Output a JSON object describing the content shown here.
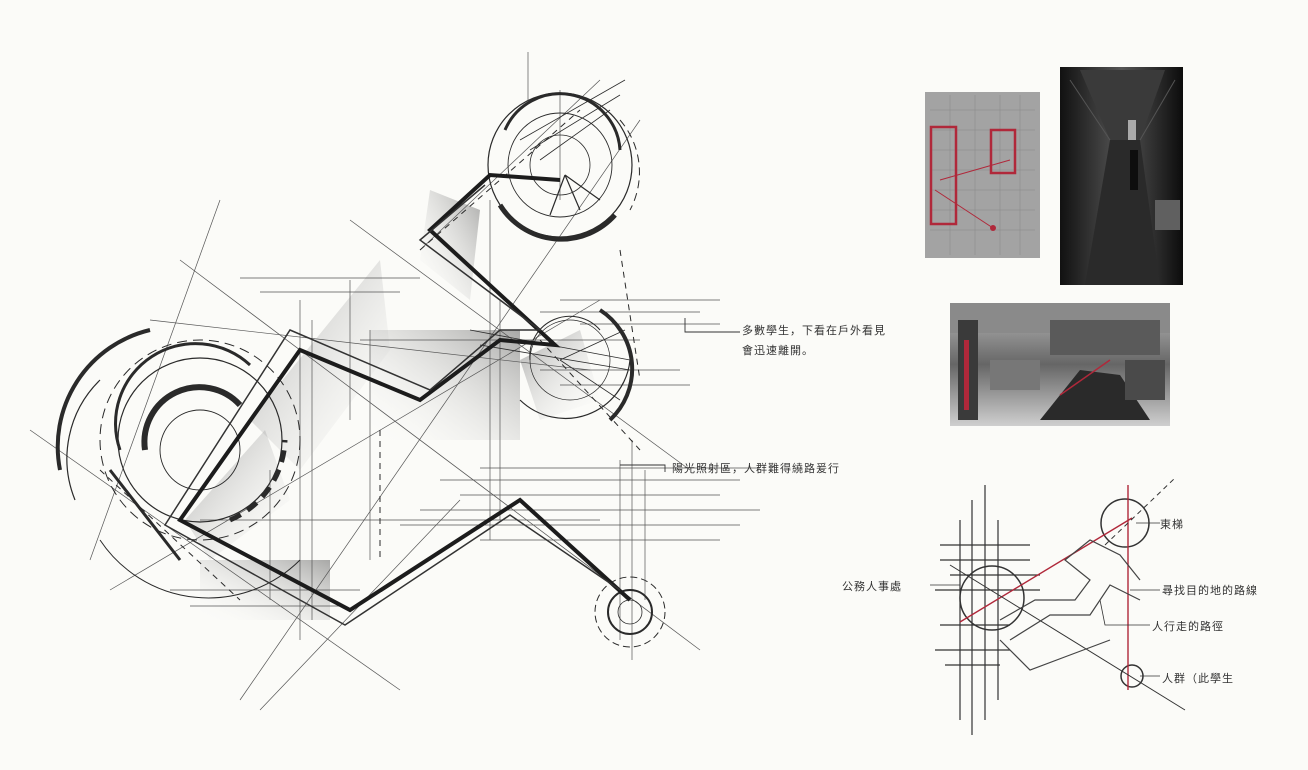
{
  "annotations": {
    "main_1": "多數學生，下看在戶外看見",
    "main_2": "會迅速離開。",
    "main_3": "陽光照射區，人群難得繞路爰行",
    "small_east": "東梯",
    "small_office": "公務人事處",
    "small_path_goal": "尋找目的地的路線",
    "small_walk": "人行走的路徑",
    "small_crowd": "人群（此學生"
  },
  "colors": {
    "ink": "#2a2a2a",
    "red": "#b0283a",
    "photo_dark": "#1e1e1e",
    "plan_gray": "#9a9a9a"
  }
}
